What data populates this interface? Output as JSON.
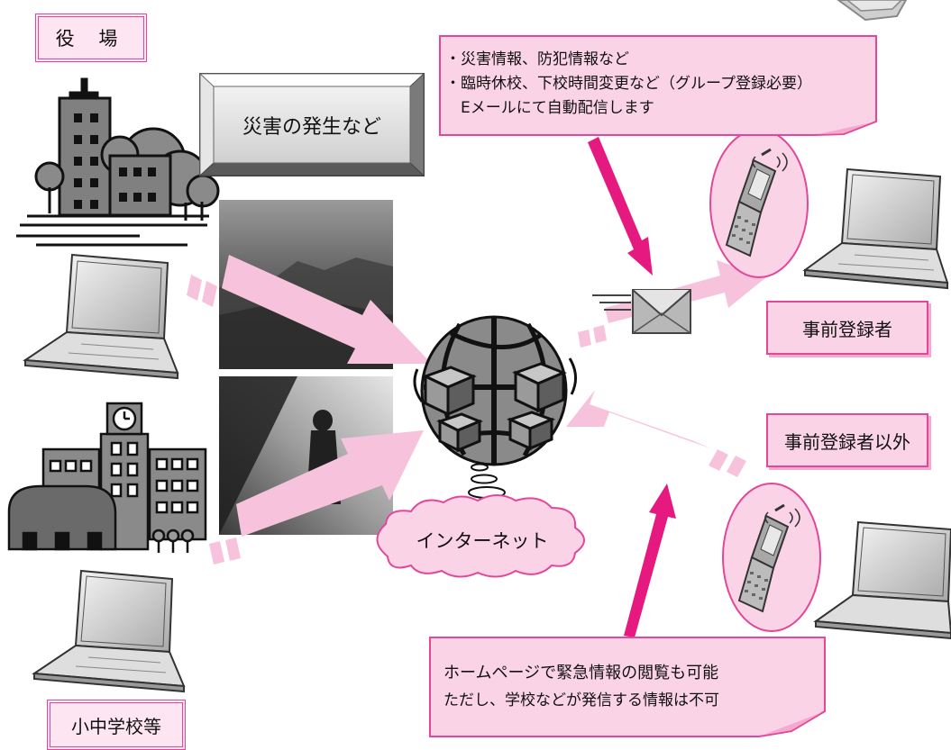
{
  "labels": {
    "town_hall": "役 場",
    "schools": "小中学校等",
    "disaster_sign": "災害の発生など",
    "internet": "インターネット",
    "registered": "事前登録者",
    "unregistered": "事前登録者以外"
  },
  "notes": {
    "email_delivery": [
      "・災害情報、防犯情報など",
      "・臨時休校、下校時間変更など（グループ登録必要）",
      "　Eメールにて自動配信します"
    ],
    "homepage": [
      "ホームページで緊急情報の閲覧も可能",
      "ただし、学校などが発信する情報は不可"
    ]
  },
  "colors": {
    "pink_fill": "#fbd3e6",
    "pink_border": "#e2479a",
    "light_pink_arrow": "#f7c3dc",
    "magenta_arrow": "#e5197f",
    "gray_building": "#7a7a7a"
  },
  "icons": [
    "building-icon",
    "school-icon",
    "laptop-icon",
    "mobile-phone-icon",
    "globe-network-icon",
    "envelope-icon",
    "cloud-icon"
  ]
}
